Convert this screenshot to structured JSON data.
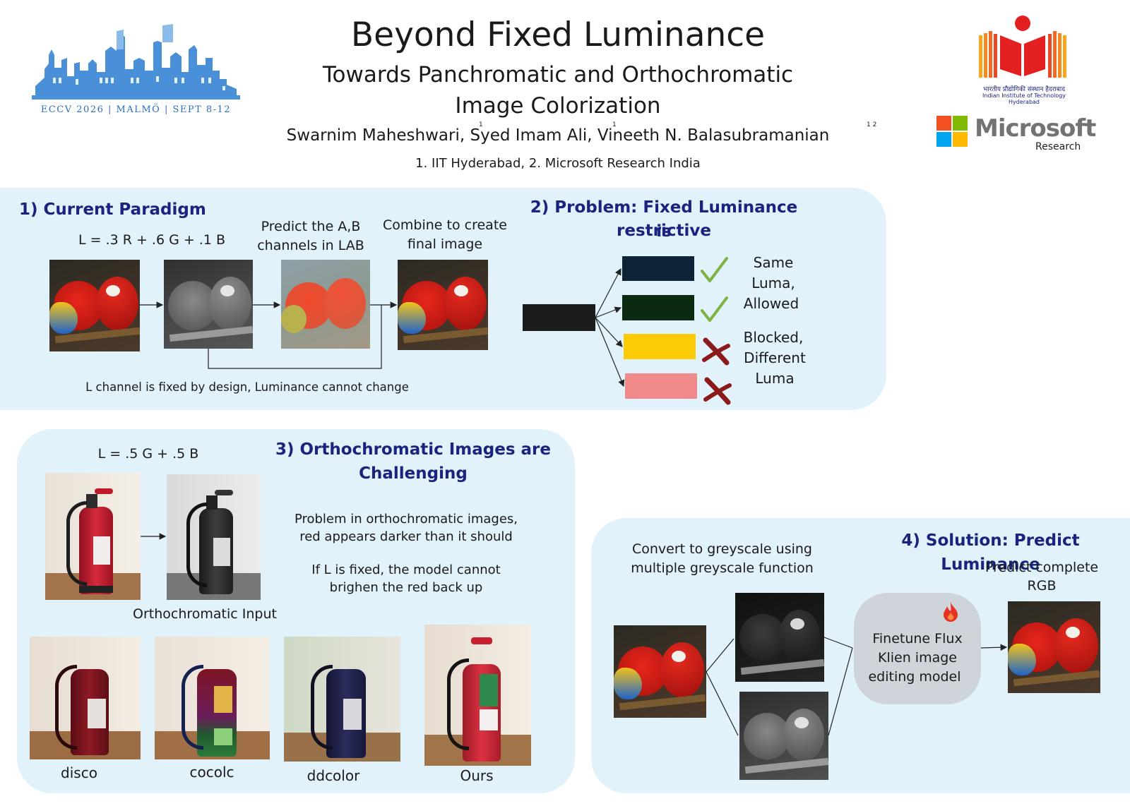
{
  "header": {
    "title": "Beyond Fixed Luminance",
    "subtitle_line1": "Towards Panchromatic and Orthochromatic",
    "subtitle_line2": "Image Colorization",
    "authors": "Swarnim Maheshwari, Syed Imam Ali, Vineeth N. Balasubramanian",
    "author1_sup": "1",
    "author2_sup": "1",
    "author3_sup": "1 2",
    "affiliations": "1. IIT Hyderabad, 2. Microsoft Research India",
    "conference_caption": "ECCV 2026 | MALMÖ | SEPT 8-12",
    "iith_line1": "भारतीय प्रौद्योगिकी संस्थान हैदराबाद",
    "iith_line2": "Indian Institute of Technology Hyderabad",
    "ms_word": "Microsoft",
    "ms_sub": "Research"
  },
  "section1": {
    "heading": "1) Current Paradigm",
    "formula": "L =  .3 R  + .6 G + .1 B",
    "predict_line1": "Predict the A,B",
    "predict_line2": "channels in LAB",
    "combine_line1": "Combine to create",
    "combine_line2": "final image",
    "caption": "L channel  is fixed by design, Luminance cannot change"
  },
  "section2": {
    "heading_line1": "2) Problem: Fixed Luminance is",
    "heading_line2": "restrictive",
    "allowed_line1": "Same",
    "allowed_line2": "Luma,",
    "allowed_line3": "Allowed",
    "blocked_line1": "Blocked,",
    "blocked_line2": "Different",
    "blocked_line3": "Luma",
    "colors": {
      "source": "#1c1c1c",
      "navy": "#0f2338",
      "darkgreen": "#0b2a12",
      "yellow": "#fccb05",
      "pink": "#f08a8a",
      "check": "#7cb342",
      "cross": "#8b1a1a"
    }
  },
  "section3": {
    "heading_line1": "3) Orthochromatic Images are",
    "heading_line2": "Challenging",
    "formula": "L = .5 G + .5 B",
    "problem_line1": "Problem in orthochromatic images,",
    "problem_line2": "red appears darker than it should",
    "fixed_line1": "If L is fixed, the model cannot",
    "fixed_line2": "brighen the red back up",
    "ortho_label": "Orthochromatic Input",
    "methods": [
      "disco",
      "cocolc",
      "ddcolor",
      "Ours"
    ]
  },
  "section4": {
    "heading": "4) Solution: Predict Luminance",
    "convert_line1": "Convert to greyscale using",
    "convert_line2": "multiple  greyscale function",
    "predict_line1": "Predict complete",
    "predict_line2": "RGB",
    "model_line1": "Finetune Flux",
    "model_line2": "Klien image",
    "model_line3": "editing model"
  },
  "colors": {
    "panel_bg": "#e1f2fb",
    "heading": "#1a237e",
    "skyline": "#4a90d9",
    "model_box": "#cfd4da"
  }
}
